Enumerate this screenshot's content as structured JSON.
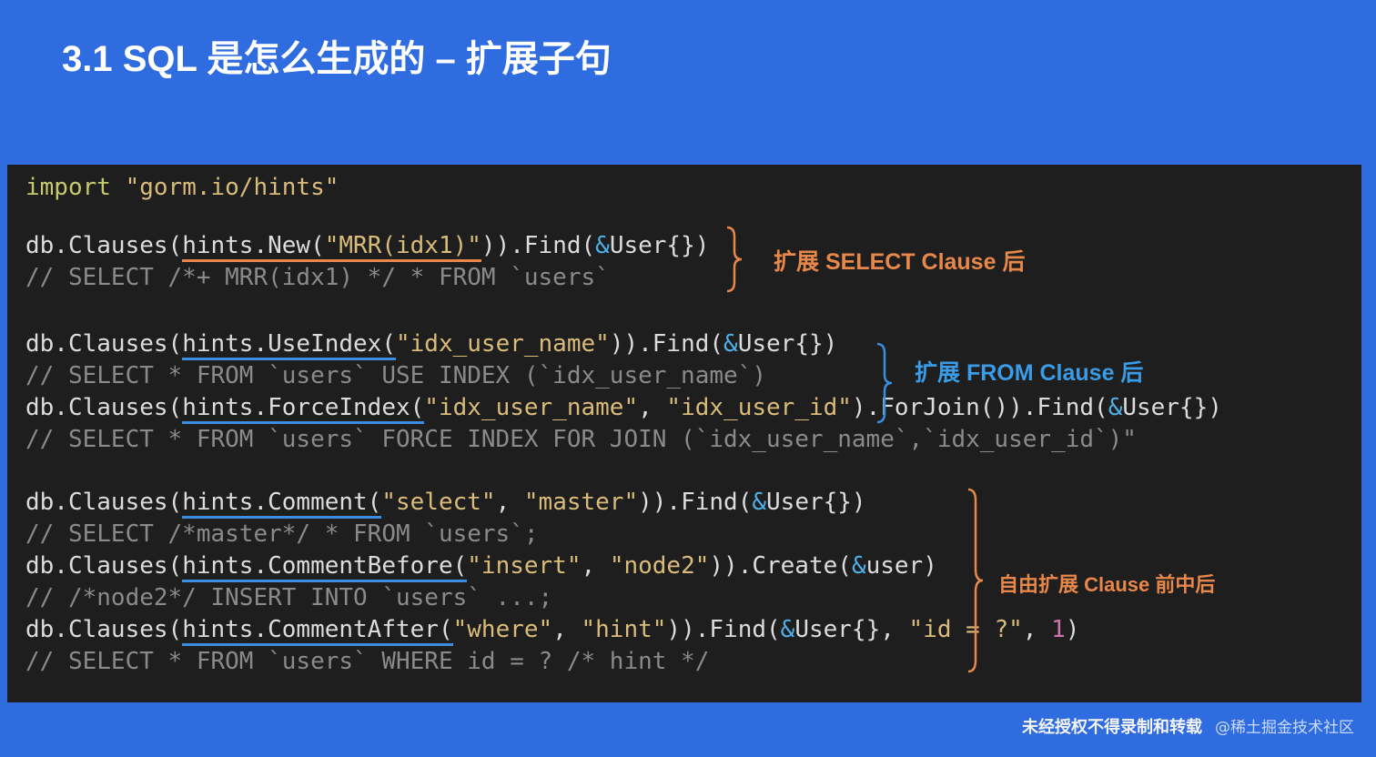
{
  "slide": {
    "title": "3.1 SQL 是怎么生成的 – 扩展子句"
  },
  "colors": {
    "background": "#2f6ce0",
    "code_bg": "#1e1e1e",
    "orange": "#e8874a",
    "blue": "#3a8de0"
  },
  "code": [
    [
      {
        "t": "import ",
        "c": "k"
      },
      {
        "t": "\"gorm.io/hints\"",
        "c": "s"
      }
    ],
    [
      {
        "t": "db.Clauses(",
        "c": "t"
      },
      {
        "t": "hints.New(",
        "c": "t",
        "u": "uo"
      },
      {
        "t": "\"MRR(idx1)\"",
        "c": "s",
        "u": "uo"
      },
      {
        "t": ")).Find(",
        "c": "t"
      },
      {
        "t": "&",
        "c": "a"
      },
      {
        "t": "User{})",
        "c": "t"
      }
    ],
    [
      {
        "t": "// SELECT /*+ MRR(idx1) */ * FROM `users`",
        "c": "c"
      }
    ],
    [
      {
        "t": "db.Clauses(",
        "c": "t"
      },
      {
        "t": "hints.UseIndex(",
        "c": "t",
        "u": "ub"
      },
      {
        "t": "\"idx_user_name\"",
        "c": "s"
      },
      {
        "t": ")).Find(",
        "c": "t"
      },
      {
        "t": "&",
        "c": "a"
      },
      {
        "t": "User{})",
        "c": "t"
      }
    ],
    [
      {
        "t": "// SELECT * FROM `users` USE INDEX (`idx_user_name`)",
        "c": "c"
      }
    ],
    [
      {
        "t": "db.Clauses(",
        "c": "t"
      },
      {
        "t": "hints.ForceIndex(",
        "c": "t",
        "u": "ub"
      },
      {
        "t": "\"idx_user_name\"",
        "c": "s"
      },
      {
        "t": ", ",
        "c": "t"
      },
      {
        "t": "\"idx_user_id\"",
        "c": "s"
      },
      {
        "t": ").ForJoin()).Find(",
        "c": "t"
      },
      {
        "t": "&",
        "c": "a"
      },
      {
        "t": "User{})",
        "c": "t"
      }
    ],
    [
      {
        "t": "// SELECT * FROM `users` FORCE INDEX FOR JOIN (`idx_user_name`,`idx_user_id`)\"",
        "c": "c"
      }
    ],
    [
      {
        "t": "db.Clauses(",
        "c": "t"
      },
      {
        "t": "hints.Comment(",
        "c": "t",
        "u": "ub"
      },
      {
        "t": "\"select\"",
        "c": "s"
      },
      {
        "t": ", ",
        "c": "t"
      },
      {
        "t": "\"master\"",
        "c": "s"
      },
      {
        "t": ")).Find(",
        "c": "t"
      },
      {
        "t": "&",
        "c": "a"
      },
      {
        "t": "User{})",
        "c": "t"
      }
    ],
    [
      {
        "t": "// SELECT /*master*/ * FROM `users`;",
        "c": "c"
      }
    ],
    [
      {
        "t": "db.Clauses(",
        "c": "t"
      },
      {
        "t": "hints.CommentBefore(",
        "c": "t",
        "u": "ub"
      },
      {
        "t": "\"insert\"",
        "c": "s"
      },
      {
        "t": ", ",
        "c": "t"
      },
      {
        "t": "\"node2\"",
        "c": "s"
      },
      {
        "t": ")).Create(",
        "c": "t"
      },
      {
        "t": "&",
        "c": "a"
      },
      {
        "t": "user)",
        "c": "t"
      }
    ],
    [
      {
        "t": "// /*node2*/ INSERT INTO `users` ...;",
        "c": "c"
      }
    ],
    [
      {
        "t": "db.Clauses(",
        "c": "t"
      },
      {
        "t": "hints.CommentAfter(",
        "c": "t",
        "u": "ub"
      },
      {
        "t": "\"where\"",
        "c": "s"
      },
      {
        "t": ", ",
        "c": "t"
      },
      {
        "t": "\"hint\"",
        "c": "s"
      },
      {
        "t": ")).Find(",
        "c": "t"
      },
      {
        "t": "&",
        "c": "a"
      },
      {
        "t": "User{}, ",
        "c": "t"
      },
      {
        "t": "\"id = ?\"",
        "c": "s"
      },
      {
        "t": ", ",
        "c": "t"
      },
      {
        "t": "1",
        "c": "n"
      },
      {
        "t": ")",
        "c": "t"
      }
    ],
    [
      {
        "t": "// SELECT * FROM `users` WHERE id = ? /* hint */",
        "c": "c"
      }
    ]
  ],
  "annotations": {
    "select": "扩展 SELECT Clause 后",
    "from": "扩展 FROM Clause 后",
    "free": "自由扩展 Clause 前中后"
  },
  "watermark": {
    "text": "未经授权不得录制和转载",
    "source": "@稀土掘金技术社区"
  }
}
